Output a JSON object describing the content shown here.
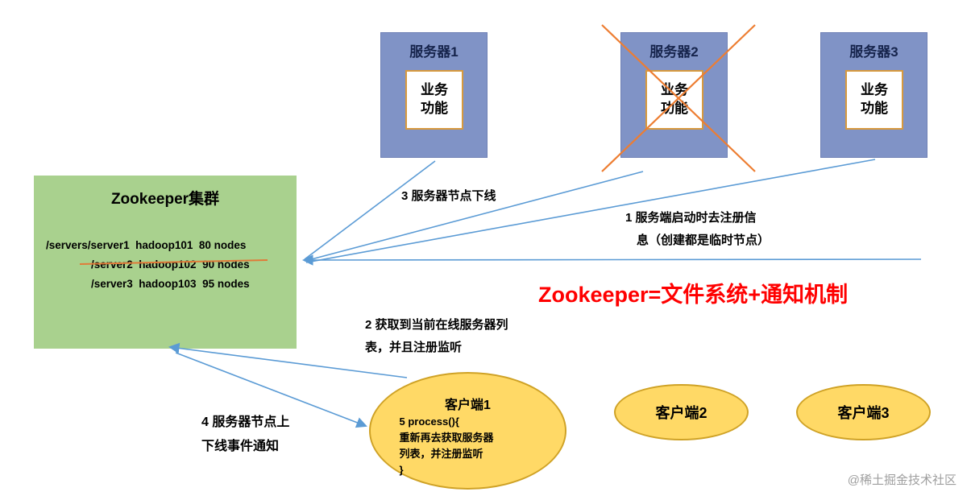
{
  "colors": {
    "server_box": "#8093c6",
    "inner_box_border": "#d89a3e",
    "zookeeper_box": "#a9d18e",
    "client_fill": "#ffd966",
    "client_border": "#cfa226",
    "connector": "#5b9bd5",
    "cross": "#ed7d31",
    "headline_text": "#ff0000"
  },
  "servers": [
    {
      "title": "服务器1",
      "function_line1": "业务",
      "function_line2": "功能"
    },
    {
      "title": "服务器2",
      "function_line1": "业务",
      "function_line2": "功能"
    },
    {
      "title": "服务器3",
      "function_line1": "业务",
      "function_line2": "功能"
    }
  ],
  "zookeeper": {
    "title": "Zookeeper集群",
    "entries": [
      {
        "text": "/servers/server1  hadoop101  80 nodes",
        "struck": false
      },
      {
        "text": "/server2  hadoop102  90 nodes",
        "struck": true
      },
      {
        "text": "/server3  hadoop103  95 nodes",
        "struck": false
      }
    ]
  },
  "annotations": {
    "step3": "3 服务器节点下线",
    "step1_line1": "1 服务端启动时去注册信",
    "step1_line2": "息（创建都是临时节点）",
    "headline": "Zookeeper=文件系统+通知机制",
    "step2_line1": "2 获取到当前在线服务器列",
    "step2_line2": "表，并且注册监听",
    "step4_line1": "4 服务器节点上",
    "step4_line2": "下线事件通知"
  },
  "clients": [
    {
      "title": "客户端1",
      "body": [
        "5 process(){",
        "重新再去获取服务器",
        "列表，并注册监听",
        "}"
      ]
    },
    {
      "title": "客户端2"
    },
    {
      "title": "客户端3"
    }
  ],
  "watermark": "@稀土掘金技术社区"
}
